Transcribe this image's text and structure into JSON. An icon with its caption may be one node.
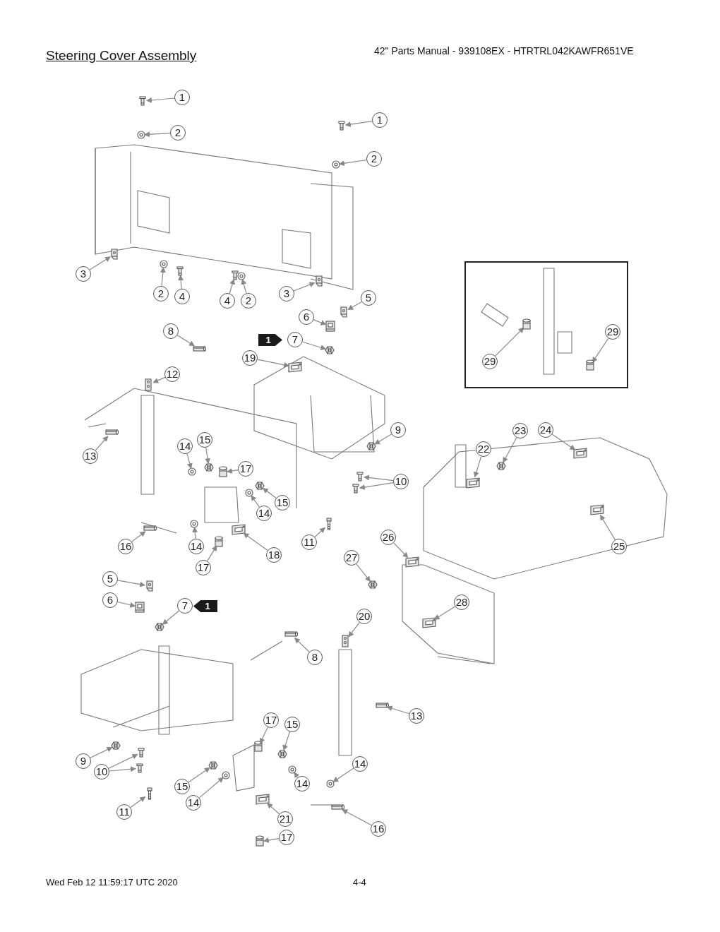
{
  "diagram": {
    "title": "Steering Cover Assembly",
    "nodes": [
      {
        "text": [
          "1"
        ]
      },
      {
        "text": [
          "2"
        ]
      },
      {
        "text": [
          "1"
        ]
      },
      {
        "text": [
          "2"
        ]
      },
      {
        "text": [
          "3"
        ]
      },
      {
        "text": [
          "2"
        ]
      },
      {
        "text": [
          "4"
        ]
      },
      {
        "text": [
          "4"
        ]
      },
      {
        "text": [
          "2"
        ]
      },
      {
        "text": [
          "3"
        ]
      },
      {
        "text": [
          "5"
        ]
      },
      {
        "text": [
          "6"
        ]
      },
      {
        "text": [
          "1"
        ]
      },
      {
        "text": [
          "7"
        ]
      },
      {
        "text": [
          "8"
        ]
      },
      {
        "text": [
          "19"
        ]
      },
      {
        "text": [
          "12"
        ]
      },
      {
        "text": [],
        "shape": "box"
      },
      {
        "text": [
          "29"
        ],
        "in": 17
      },
      {
        "text": [
          "29"
        ],
        "in": 17
      },
      {
        "text": [
          "9"
        ]
      },
      {
        "text": [
          "23"
        ]
      },
      {
        "text": [
          "24"
        ]
      },
      {
        "text": [
          "15"
        ]
      },
      {
        "text": [
          "14"
        ]
      },
      {
        "text": [
          "22"
        ]
      },
      {
        "text": [
          "13"
        ]
      },
      {
        "text": [
          "17"
        ]
      },
      {
        "text": [
          "10"
        ]
      },
      {
        "text": [
          "15"
        ]
      },
      {
        "text": [
          "14"
        ]
      },
      {
        "text": [
          "26"
        ]
      },
      {
        "text": [
          "11"
        ]
      },
      {
        "text": [
          "16"
        ]
      },
      {
        "text": [
          "14"
        ]
      },
      {
        "text": [
          "25"
        ]
      },
      {
        "text": [
          "18"
        ]
      },
      {
        "text": [
          "27"
        ]
      },
      {
        "text": [
          "17"
        ]
      },
      {
        "text": [
          "5"
        ]
      },
      {
        "text": [
          "6"
        ]
      },
      {
        "text": [
          "28"
        ]
      },
      {
        "text": [
          "7"
        ]
      },
      {
        "text": [
          "1"
        ]
      },
      {
        "text": [
          "20"
        ]
      },
      {
        "text": [
          "8"
        ]
      },
      {
        "text": [
          "13"
        ]
      },
      {
        "text": [
          "17"
        ]
      },
      {
        "text": [
          "15"
        ]
      },
      {
        "text": [
          "9"
        ]
      },
      {
        "text": [
          "14"
        ]
      },
      {
        "text": [
          "10"
        ]
      },
      {
        "text": [
          "15"
        ]
      },
      {
        "text": [
          "14"
        ]
      },
      {
        "text": [
          "14"
        ]
      },
      {
        "text": [
          "11"
        ]
      },
      {
        "text": [
          "21"
        ]
      },
      {
        "text": [
          "16"
        ]
      },
      {
        "text": [
          "17"
        ]
      },
      {
        "text": [],
        "shape": "picture"
      },
      {
        "text": [],
        "shape": "picture"
      },
      {
        "text": [],
        "shape": "picture"
      },
      {
        "text": [],
        "shape": "picture"
      },
      {
        "text": [],
        "shape": "picture"
      },
      {
        "text": [],
        "shape": "picture"
      },
      {
        "text": [],
        "shape": "picture"
      },
      {
        "text": [],
        "shape": "picture"
      },
      {
        "text": [],
        "shape": "picture"
      },
      {
        "text": [],
        "shape": "picture"
      },
      {
        "text": [],
        "shape": "picture"
      },
      {
        "text": [],
        "shape": "picture"
      },
      {
        "text": [],
        "shape": "picture"
      },
      {
        "text": [],
        "shape": "picture"
      },
      {
        "text": [],
        "shape": "picture"
      },
      {
        "text": [],
        "shape": "picture"
      },
      {
        "text": [],
        "shape": "picture",
        "in": 17
      },
      {
        "text": [],
        "shape": "picture",
        "in": 17
      },
      {
        "text": [],
        "shape": "picture"
      },
      {
        "text": [],
        "shape": "picture"
      },
      {
        "text": [],
        "shape": "picture"
      },
      {
        "text": [],
        "shape": "picture"
      },
      {
        "text": [],
        "shape": "picture"
      },
      {
        "text": [],
        "shape": "picture"
      },
      {
        "text": [],
        "shape": "picture"
      },
      {
        "text": [],
        "shape": "picture"
      },
      {
        "text": [],
        "shape": "picture"
      },
      {
        "text": [],
        "shape": "picture"
      },
      {
        "text": [],
        "shape": "picture"
      },
      {
        "text": [],
        "shape": "picture"
      },
      {
        "text": [],
        "shape": "picture"
      },
      {
        "text": [],
        "shape": "picture"
      },
      {
        "text": [],
        "shape": "picture"
      },
      {
        "text": [],
        "shape": "picture"
      },
      {
        "text": [],
        "shape": "picture"
      },
      {
        "text": [],
        "shape": "picture"
      },
      {
        "text": [],
        "shape": "picture"
      },
      {
        "text": [],
        "shape": "picture"
      },
      {
        "text": [],
        "shape": "picture"
      },
      {
        "text": [],
        "shape": "picture"
      },
      {
        "text": [],
        "shape": "picture"
      },
      {
        "text": [],
        "shape": "picture"
      },
      {
        "text": [],
        "shape": "picture"
      },
      {
        "text": [],
        "shape": "picture"
      },
      {
        "text": [],
        "shape": "picture"
      },
      {
        "text": [],
        "shape": "picture"
      },
      {
        "text": [],
        "shape": "picture"
      },
      {
        "text": [],
        "shape": "picture"
      },
      {
        "text": [],
        "shape": "picture"
      },
      {
        "text": [],
        "shape": "picture"
      },
      {
        "text": [],
        "shape": "picture"
      },
      {
        "text": [],
        "shape": "picture"
      },
      {
        "text": [],
        "shape": "picture"
      },
      {
        "text": [],
        "shape": "picture"
      },
      {
        "text": [],
        "shape": "picture"
      },
      {
        "text": [],
        "shape": "picture"
      },
      {
        "text": [],
        "shape": "picture"
      },
      {
        "text": [],
        "shape": "picture"
      }
    ],
    "edges": [
      {
        "from": 0,
        "to": 59,
        "arrow": "to"
      },
      {
        "from": 1,
        "to": 60,
        "arrow": "to"
      },
      {
        "from": 2,
        "to": 61,
        "arrow": "to"
      },
      {
        "from": 3,
        "to": 62,
        "arrow": "to"
      },
      {
        "from": 4,
        "to": 63,
        "arrow": "to"
      },
      {
        "from": 5,
        "to": 64,
        "arrow": "to"
      },
      {
        "from": 6,
        "to": 65,
        "arrow": "to"
      },
      {
        "from": 7,
        "to": 66,
        "arrow": "to"
      },
      {
        "from": 8,
        "to": 67,
        "arrow": "to"
      },
      {
        "from": 9,
        "to": 68,
        "arrow": "to"
      },
      {
        "from": 10,
        "to": 69,
        "arrow": "to"
      },
      {
        "from": 11,
        "to": 70,
        "arrow": "to"
      },
      {
        "from": 13,
        "to": 71,
        "arrow": "to"
      },
      {
        "from": 14,
        "to": 72,
        "arrow": "to"
      },
      {
        "from": 15,
        "to": 73,
        "arrow": "to"
      },
      {
        "from": 16,
        "to": 74,
        "arrow": "to"
      },
      {
        "from": 18,
        "to": 75,
        "arrow": "to"
      },
      {
        "from": 19,
        "to": 76,
        "arrow": "to"
      },
      {
        "from": 20,
        "to": 77,
        "arrow": "to"
      },
      {
        "from": 21,
        "to": 78,
        "arrow": "to"
      },
      {
        "from": 22,
        "to": 79,
        "arrow": "to"
      },
      {
        "from": 23,
        "to": 80,
        "arrow": "to"
      },
      {
        "from": 24,
        "to": 81,
        "arrow": "to"
      },
      {
        "from": 25,
        "to": 82,
        "arrow": "to"
      },
      {
        "from": 26,
        "to": 83,
        "arrow": "to"
      },
      {
        "from": 27,
        "to": 84,
        "arrow": "to"
      },
      {
        "from": 28,
        "to": 85,
        "arrow": "to"
      },
      {
        "from": 28,
        "to": 86,
        "arrow": "to"
      },
      {
        "from": 29,
        "to": 87,
        "arrow": "to"
      },
      {
        "from": 30,
        "to": 88,
        "arrow": "to"
      },
      {
        "from": 31,
        "to": 89,
        "arrow": "to"
      },
      {
        "from": 32,
        "to": 90,
        "arrow": "to"
      },
      {
        "from": 33,
        "to": 91,
        "arrow": "to"
      },
      {
        "from": 34,
        "to": 92,
        "arrow": "to"
      },
      {
        "from": 35,
        "to": 93,
        "arrow": "to"
      },
      {
        "from": 36,
        "to": 94,
        "arrow": "to"
      },
      {
        "from": 37,
        "to": 95,
        "arrow": "to"
      },
      {
        "from": 38,
        "to": 96,
        "arrow": "to"
      },
      {
        "from": 39,
        "to": 97,
        "arrow": "to"
      },
      {
        "from": 40,
        "to": 98,
        "arrow": "to"
      },
      {
        "from": 41,
        "to": 99,
        "arrow": "to"
      },
      {
        "from": 42,
        "to": 100,
        "arrow": "to"
      },
      {
        "from": 44,
        "to": 101,
        "arrow": "to"
      },
      {
        "from": 45,
        "to": 102,
        "arrow": "to"
      },
      {
        "from": 46,
        "to": 103,
        "arrow": "to"
      },
      {
        "from": 47,
        "to": 104,
        "arrow": "to"
      },
      {
        "from": 48,
        "to": 105,
        "arrow": "to"
      },
      {
        "from": 49,
        "to": 106,
        "arrow": "to"
      },
      {
        "from": 50,
        "to": 107,
        "arrow": "to"
      },
      {
        "from": 51,
        "to": 108,
        "arrow": "to"
      },
      {
        "from": 51,
        "to": 109,
        "arrow": "to"
      },
      {
        "from": 52,
        "to": 110,
        "arrow": "to"
      },
      {
        "from": 53,
        "to": 111,
        "arrow": "to"
      },
      {
        "from": 54,
        "to": 112,
        "arrow": "to"
      },
      {
        "from": 55,
        "to": 113,
        "arrow": "to"
      },
      {
        "from": 56,
        "to": 114,
        "arrow": "to"
      },
      {
        "from": 57,
        "to": 115,
        "arrow": "to"
      },
      {
        "from": 58,
        "to": 116,
        "arrow": "to"
      }
    ],
    "labels": [
      "42\" Parts Manual - 939108EX - HTRTRL042KAWFR651VE",
      "Wed Feb 12 11:59:17 UTC 2020",
      "4-4"
    ]
  }
}
